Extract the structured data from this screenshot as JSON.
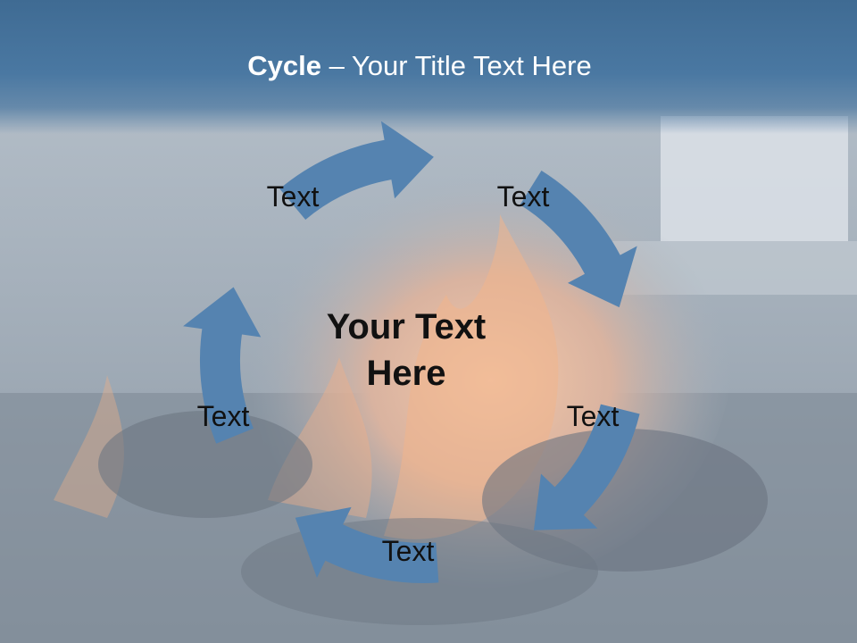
{
  "title": {
    "bold": "Cycle",
    "rest": " – Your Title Text Here"
  },
  "center_text": {
    "line1": "Your Text",
    "line2": "Here"
  },
  "nodes": [
    "Text",
    "Text",
    "Text",
    "Text",
    "Text"
  ],
  "colors": {
    "arrow": "#5583b0",
    "title_band": "#4574a0",
    "title_text": "#ffffff",
    "label_text": "#111111"
  }
}
